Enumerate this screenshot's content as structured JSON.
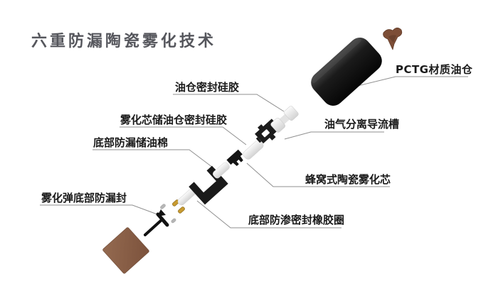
{
  "title": {
    "text": "六重防漏陶瓷雾化技术"
  },
  "labels": {
    "pctg": {
      "text": "PCTG材质油仓"
    },
    "seal_top": {
      "text": "油仓密封硅胶"
    },
    "seal_mid": {
      "text": "雾化芯储油仓密封硅胶"
    },
    "cotton": {
      "text": "底部防漏储油棉"
    },
    "guide": {
      "text": "油气分离导流槽"
    },
    "core": {
      "text": "蜂窝式陶瓷雾化芯"
    },
    "rubber_ring": {
      "text": "底部防渗密封橡胶圈"
    },
    "bottom_seal": {
      "text": "雾化弹底部防漏封"
    }
  },
  "parts": {
    "mouthpiece": {
      "name": "PCTG mouthpiece tip",
      "color": "#7d4e37"
    },
    "tank": {
      "name": "PCTG oil tank body",
      "color": "#161616"
    },
    "seal_top": {
      "name": "oil tank sealing silicone",
      "color": "#ededed"
    },
    "guide": {
      "name": "oil-gas separation guide channel",
      "color": "#1c1c1c"
    },
    "seal_mid": {
      "name": "core oil-chamber sealing silicone",
      "color": "#f1f1f1"
    },
    "core": {
      "name": "honeycomb ceramic atomizing core",
      "color": "#141414"
    },
    "cotton": {
      "name": "bottom leak-proof oil cotton",
      "color": "#f3f3f3"
    },
    "base": {
      "name": "bottom housing bracket",
      "color": "#1a1a1a"
    },
    "rubber_ring": {
      "name": "bottom anti-seep sealing rubber ring",
      "color": "#f2f2f2"
    },
    "gold_pins": {
      "name": "gold contact pins",
      "color": "#c89b30"
    },
    "gray_bits": {
      "name": "small metal spacers",
      "color": "#b6b6b6"
    },
    "bottom_seal": {
      "name": "pod bottom leak-proof seal pin",
      "color": "#111111"
    },
    "brown_film": {
      "name": "bottom seal brown film",
      "color": "#8a5f46"
    }
  },
  "palette": {
    "background": "#ffffff",
    "title_color": "#55565c",
    "label_color": "#1a1a1a",
    "leader_line": "#8f8f8f"
  }
}
